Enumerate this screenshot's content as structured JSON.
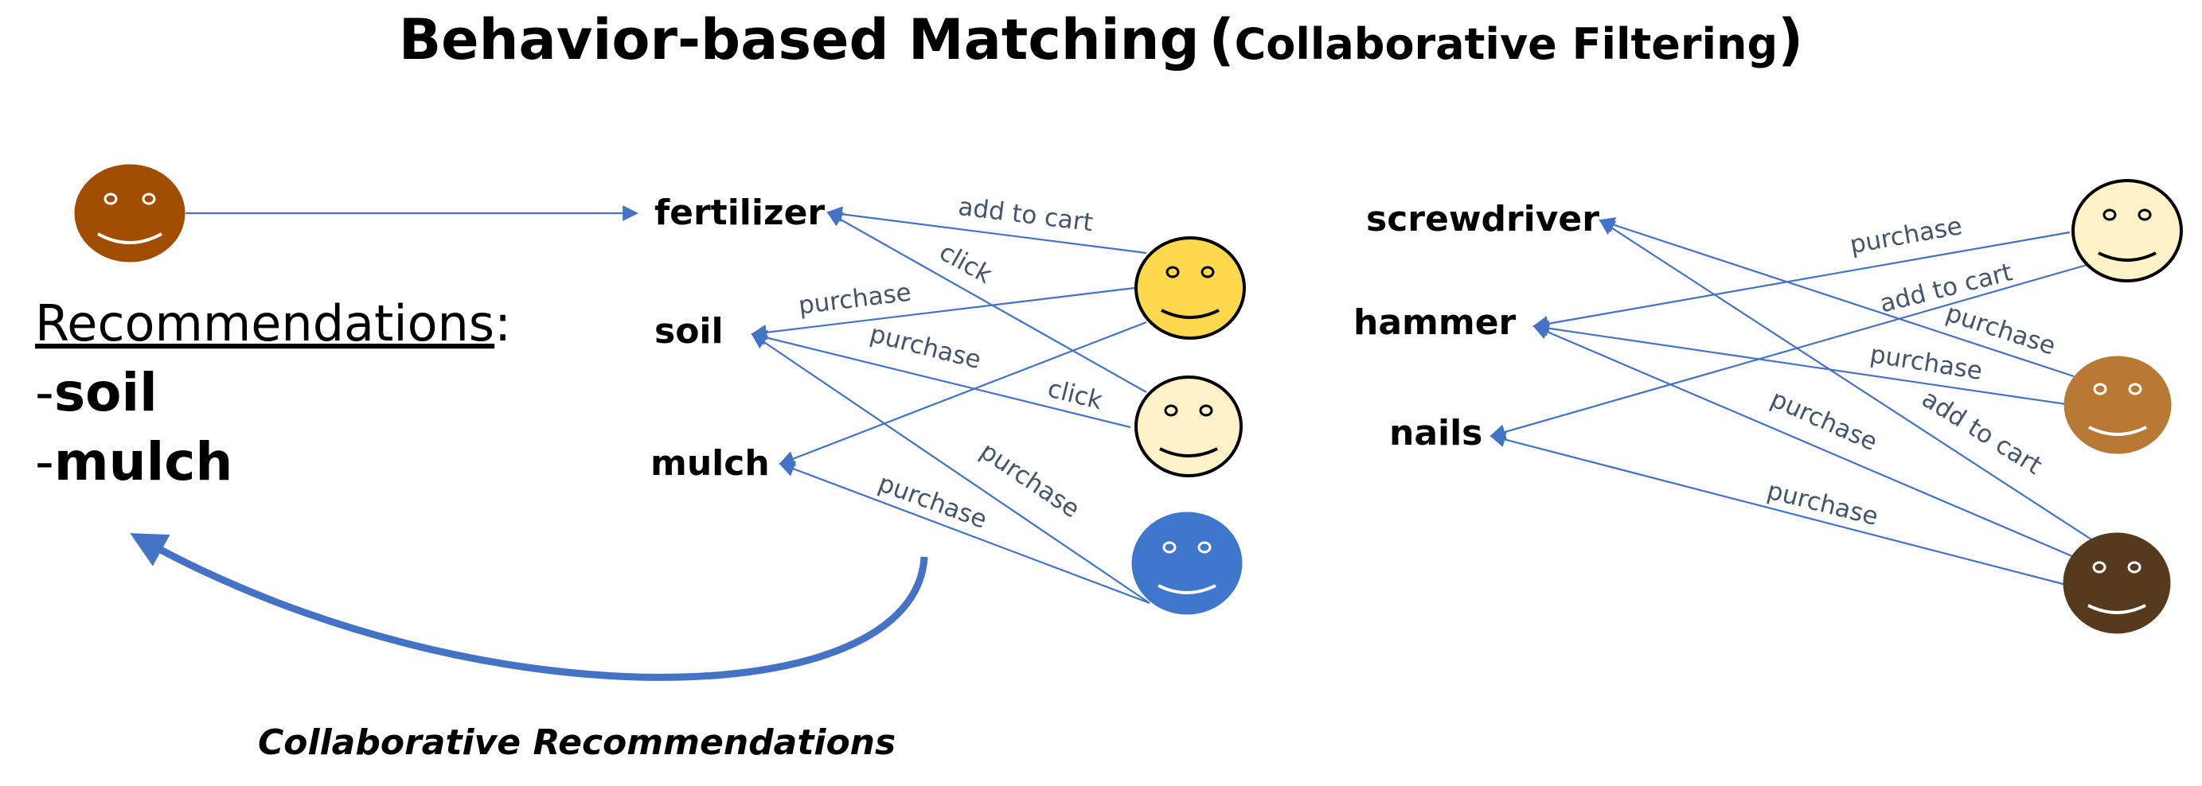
{
  "title": {
    "main": "Behavior-based Matching",
    "sub_open": "(",
    "sub": "Collaborative Filtering",
    "sub_close": ")"
  },
  "left_items": {
    "fertilizer": "fertilizer",
    "soil": "soil",
    "mulch": "mulch"
  },
  "right_items": {
    "screwdriver": "screwdriver",
    "hammer": "hammer",
    "nails": "nails"
  },
  "edge_labels": {
    "add_to_cart_1": "add to cart",
    "click_1": "click",
    "purchase_1": "purchase",
    "purchase_2": "purchase",
    "click_2": "click",
    "purchase_3": "purchase",
    "purchase_4": "purchase",
    "r_purchase_1": "purchase",
    "r_add_to_cart_1": "add to cart",
    "r_purchase_2": "purchase",
    "r_purchase_3": "purchase",
    "r_purchase_4": "purchase",
    "r_add_to_cart_2": "add to cart",
    "r_purchase_5": "purchase"
  },
  "recommendations": {
    "heading": "Recommendations",
    "colon": ":",
    "dash_1": "-",
    "item_1": "soil",
    "dash_2": "-",
    "item_2": "mulch"
  },
  "collaborative_label": "Collaborative Recommendations",
  "colors": {
    "target_user": "#a04d00",
    "user_yellow": "#ffd84d",
    "user_cream": "#fff2c9",
    "user_blue": "#3e77cc",
    "user_tan": "#b87935",
    "user_darkbrown": "#553a1e",
    "edge": "#4472c4",
    "edge_label": "#44546a"
  }
}
